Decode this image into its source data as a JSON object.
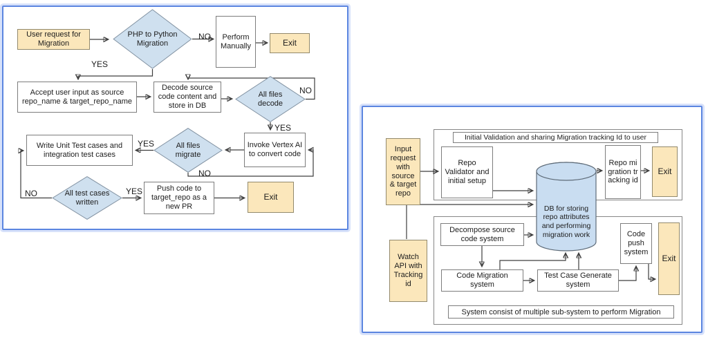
{
  "colors": {
    "panel_border": "#5b85e0",
    "shape_yellow": "#fbe7bb",
    "decision_blue": "#cfe0ef",
    "database_blue": "#c9ddf1",
    "connector_line": "#3d3d3d"
  },
  "left": {
    "nodes": {
      "user_request": "User request for Migration",
      "php_decision": "PHP to Python Migration",
      "perform_manually": "Perform Manually",
      "exit_top": "Exit",
      "accept_input": "Accept user input as source repo_name & target_repo_name",
      "decode_source": "Decode source code content and store in DB",
      "decode_decision": "All files decode",
      "invoke_vertex": "Invoke Vertex AI to convert code",
      "migrate_decision": "All files migrate",
      "write_tests": "Write Unit Test cases and integration test cases",
      "written_decision": "All test cases written",
      "push_code": "Push code to target_repo as a new PR",
      "exit_bottom": "Exit"
    },
    "labels": {
      "php_no": "NO",
      "php_yes": "YES",
      "decode_no": "NO",
      "decode_yes": "YES",
      "migrate_yes": "YES",
      "migrate_no": "NO",
      "written_no": "NO",
      "written_yes": "YES"
    }
  },
  "right": {
    "nodes": {
      "input_request": "Input request with source & target repo",
      "top_caption": "Initial Validation and sharing Migration tracking Id to user",
      "repo_validator": "Repo Validator and initial setup",
      "db_store": "DB for storing repo attributes and performing migration work",
      "repo_tracking": "Repo migration tracking id",
      "exit_top": "Exit",
      "decompose": "Decompose source code system",
      "code_migration": "Code Migration system",
      "test_case_generate": "Test Case Generate system",
      "code_push": "Code push system",
      "exit_bottom": "Exit",
      "bottom_caption": "System consist of multiple sub-system to perform Migration",
      "watch_api": "Watch API with Tracking id"
    }
  }
}
